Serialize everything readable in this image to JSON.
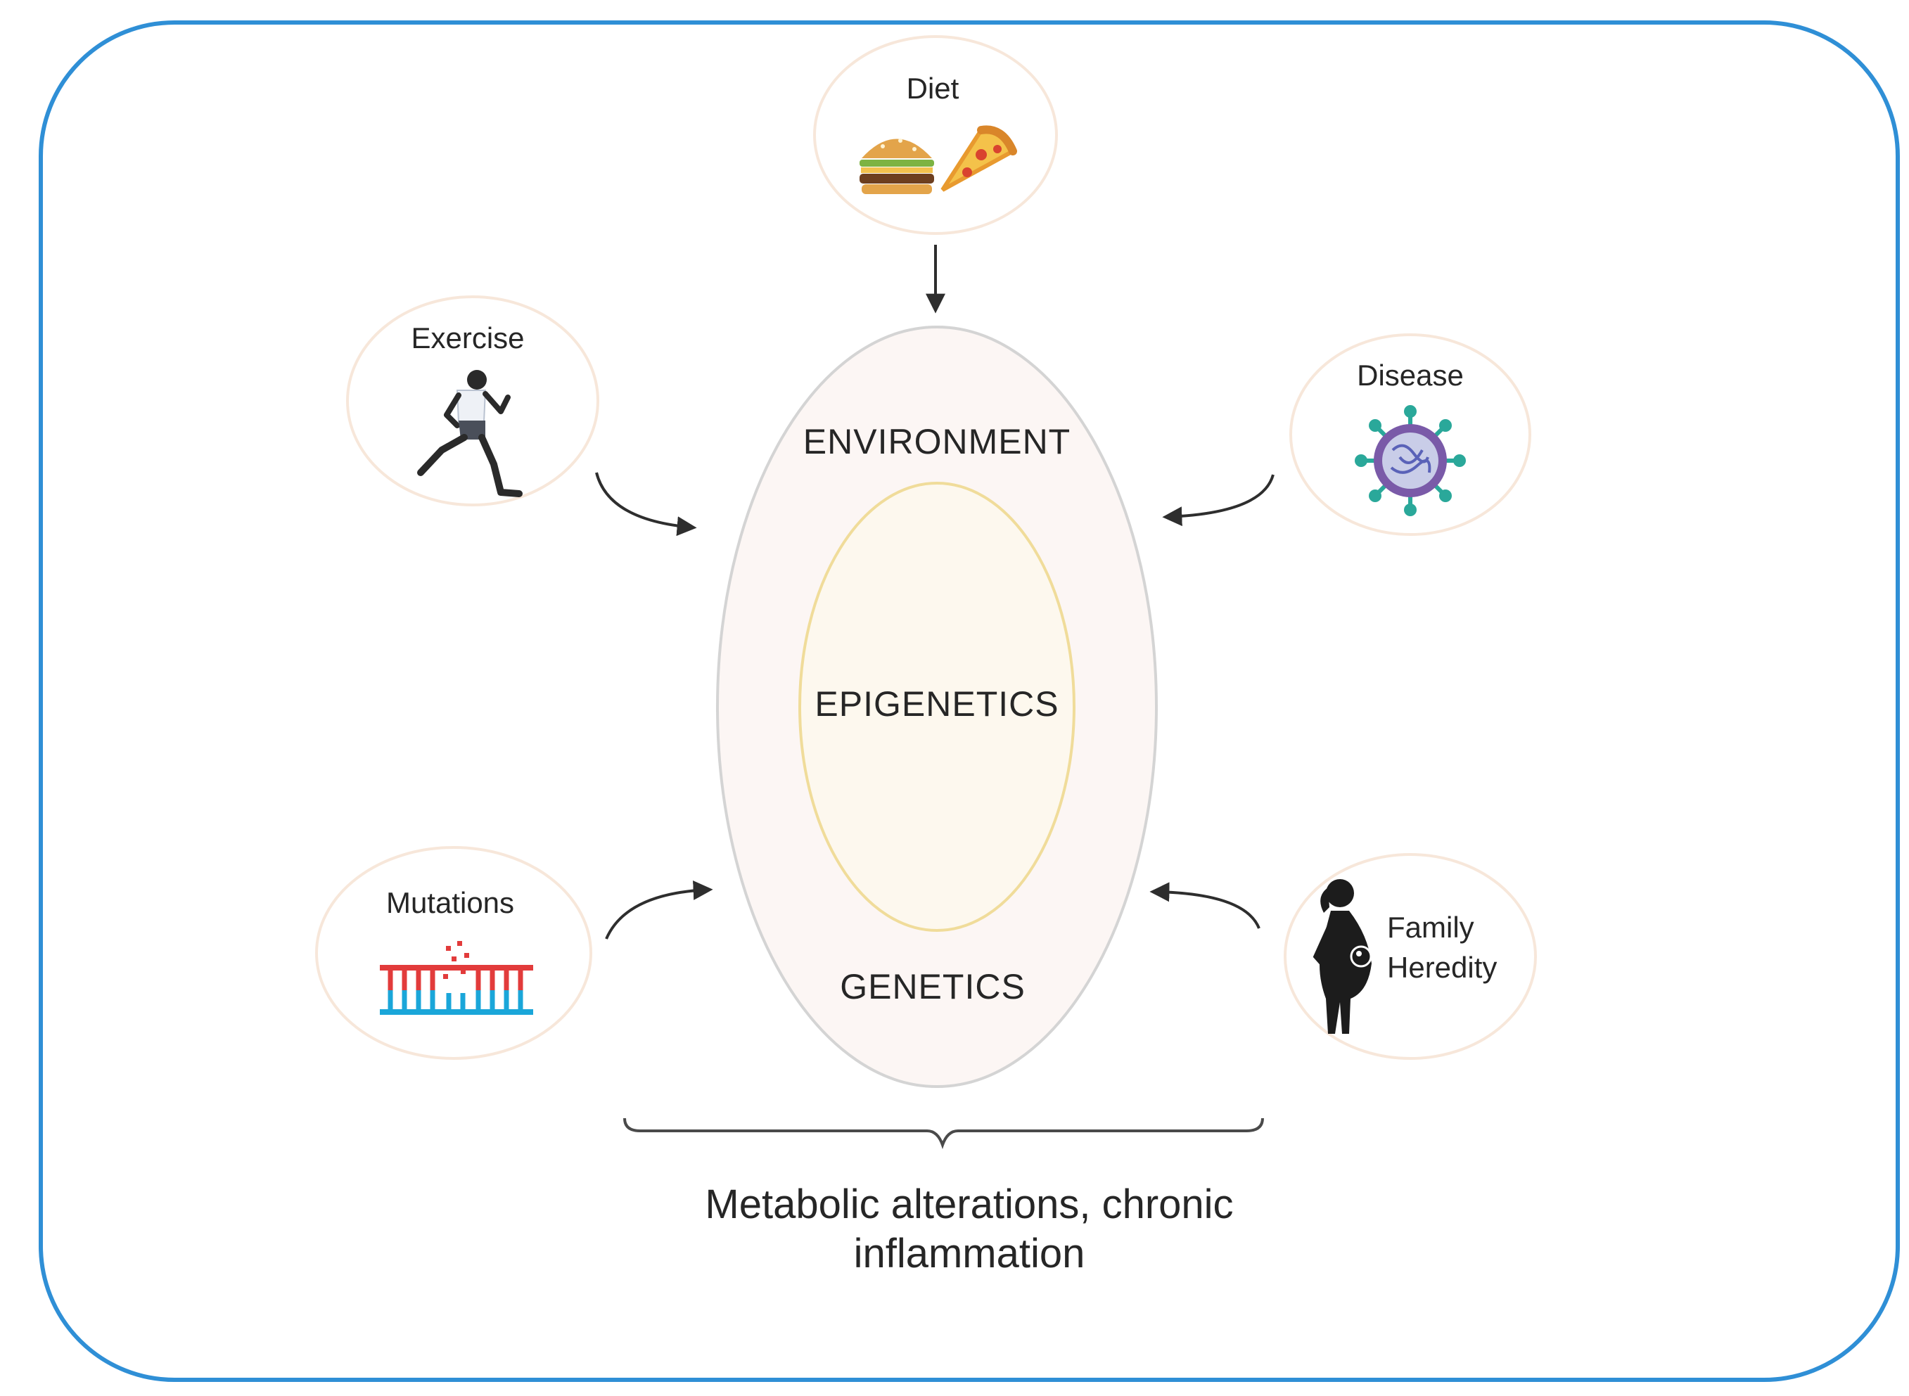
{
  "colors": {
    "frame": "#2f8fd6",
    "outer_ellipse_fill": "#fcf6f4",
    "outer_ellipse_stroke": "#d4d4d4",
    "inner_ellipse_fill": "#fdf8ee",
    "inner_ellipse_stroke": "#f0dc9a",
    "factor_circle_fill": "#ffffff",
    "factor_circle_stroke": "#f7e7da",
    "arrow": "#2e2e2e"
  },
  "factors": {
    "diet": {
      "label": "Diet",
      "icons": [
        "burger-icon",
        "pizza-icon"
      ]
    },
    "exercise": {
      "label": "Exercise",
      "icon": "runner-icon"
    },
    "disease": {
      "label": "Disease",
      "icon": "virus-icon"
    },
    "mutations": {
      "label": "Mutations",
      "icon": "dna-mutation-icon"
    },
    "family": {
      "label_line1": "Family",
      "label_line2": "Heredity",
      "icon": "pregnant-woman-icon"
    }
  },
  "core": {
    "environment": "ENVIRONMENT",
    "epigenetics": "EPIGENETICS",
    "genetics": "GENETICS"
  },
  "outcome": {
    "line1": "Metabolic alterations, chronic",
    "line2": "inflammation"
  }
}
